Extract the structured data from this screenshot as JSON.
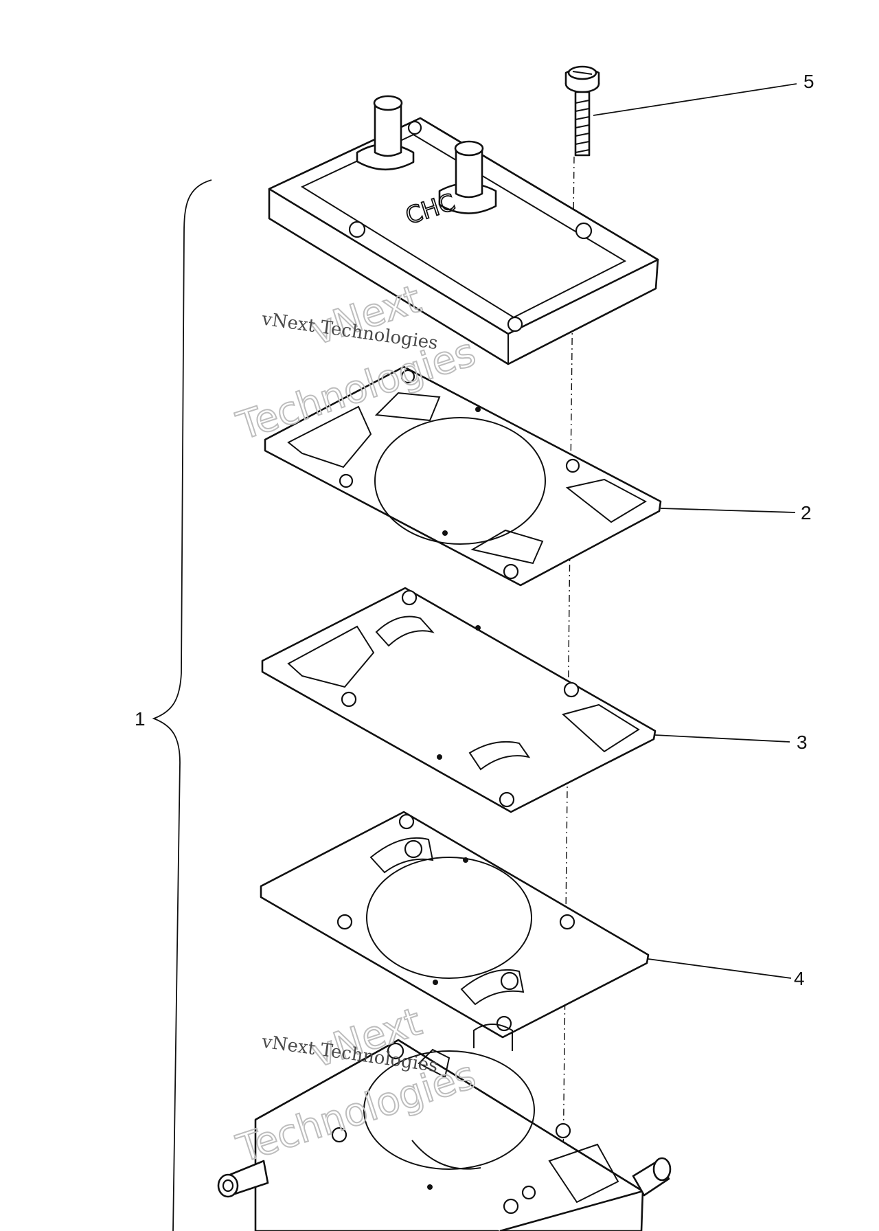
{
  "callouts": {
    "c1": "1",
    "c2": "2",
    "c3": "3",
    "c4": "4",
    "c5": "5"
  },
  "watermarks": {
    "top_big_line1": "vNext",
    "top_big_line2": "Technologies",
    "top_small": "vNext Technologies",
    "bottom_big_line1": "vNext",
    "bottom_big_line2": "Technologies",
    "bottom_small": "vNext Technologies"
  },
  "cover_mark": "CHC"
}
